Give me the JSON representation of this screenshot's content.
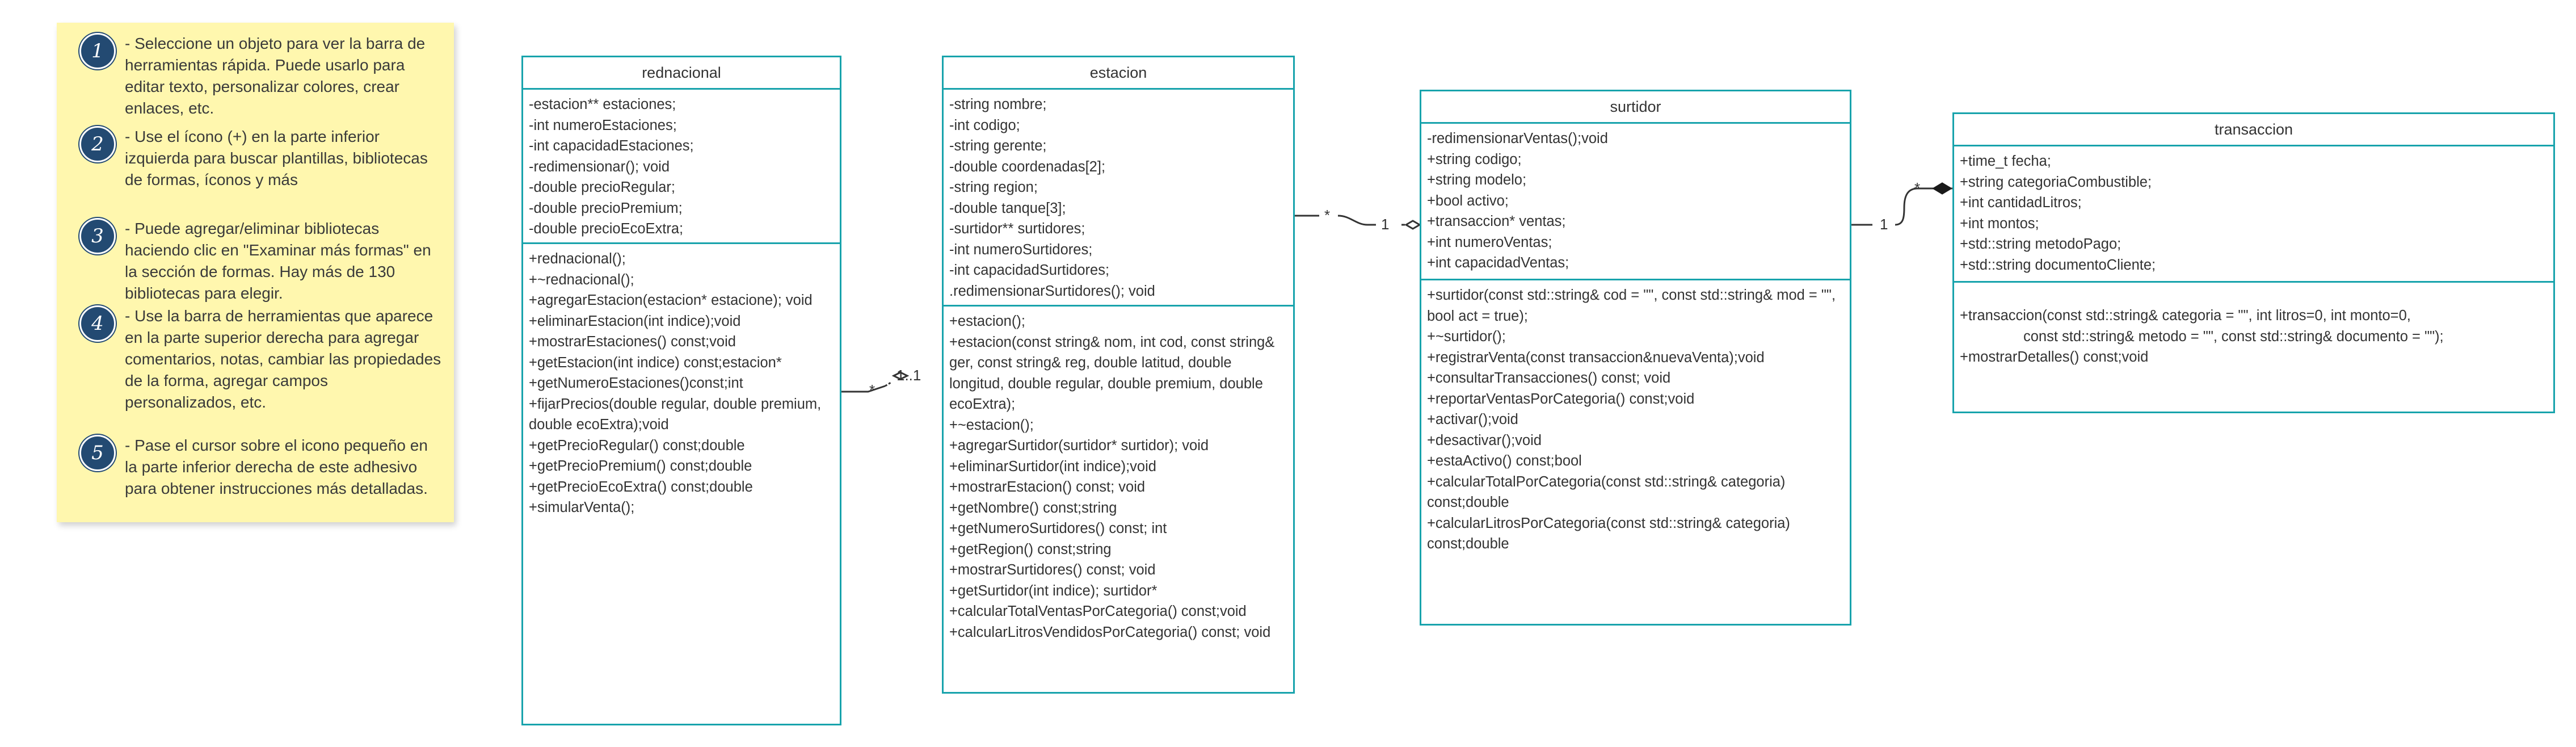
{
  "notes": [
    {
      "num": "1",
      "text": "- Seleccione un objeto para ver la barra de herramientas rápida. Puede usarlo para editar texto, personalizar colores, crear enlaces, etc."
    },
    {
      "num": "2",
      "text": "- Use el ícono (+) en la parte inferior izquierda para buscar plantillas, bibliotecas de formas, íconos y más"
    },
    {
      "num": "3",
      "text": "- Puede agregar/eliminar bibliotecas haciendo clic en \"Examinar más formas\" en la sección de formas. Hay más de 130 bibliotecas para elegir."
    },
    {
      "num": "4",
      "text": "- Use la barra de herramientas que aparece en la parte superior derecha para agregar comentarios, notas, cambiar las propiedades de la forma, agregar campos personalizados, etc."
    },
    {
      "num": "5",
      "text": "- Pase el cursor sobre el icono pequeño en la parte inferior derecha de este adhesivo para obtener instrucciones más detalladas."
    }
  ],
  "classes": {
    "rednacional": {
      "name": "rednacional",
      "attributes": [
        "-estacion** estaciones;",
        "-int numeroEstaciones;",
        "-int capacidadEstaciones;",
        "-redimensionar(); void",
        "-double precioRegular;",
        "-double precioPremium;",
        "-double precioEcoExtra;"
      ],
      "methods": [
        "+rednacional();",
        "+~rednacional();",
        "+agregarEstacion(estacion* estacione); void",
        "+eliminarEstacion(int indice);void",
        "+mostrarEstaciones() const;void",
        "+getEstacion(int indice) const;estacion*",
        "+getNumeroEstaciones()const;int",
        "+fijarPrecios(double regular, double premium, double ecoExtra);void",
        "+getPrecioRegular() const;double",
        "+getPrecioPremium() const;double",
        "+getPrecioEcoExtra() const;double",
        "+simularVenta();"
      ]
    },
    "estacion": {
      "name": "estacion",
      "attributes": [
        "-string nombre;",
        "-int codigo;",
        "-string gerente;",
        "-double coordenadas[2];",
        "-string region;",
        "-double tanque[3];",
        "-surtidor** surtidores;",
        "-int numeroSurtidores;",
        "-int capacidadSurtidores;",
        ".redimensionarSurtidores(); void"
      ],
      "methods": [
        "+estacion();",
        "+estacion(const string& nom, int cod, const string& ger, const string& reg, double latitud, double longitud, double regular, double premium, double ecoExtra);",
        "+~estacion();",
        "+agregarSurtidor(surtidor* surtidor); void",
        "+eliminarSurtidor(int indice);void",
        "+mostrarEstacion() const; void",
        "+getNombre() const;string",
        "+getNumeroSurtidores() const; int",
        "+getRegion() const;string",
        "+mostrarSurtidores() const; void",
        "+getSurtidor(int indice); surtidor*",
        "+calcularTotalVentasPorCategoria() const;void",
        "+calcularLitrosVendidosPorCategoria() const; void"
      ]
    },
    "surtidor": {
      "name": "surtidor",
      "attributes": [
        "-redimensionarVentas();void",
        "+string codigo;",
        "+string modelo;",
        "+bool activo;",
        "+transaccion* ventas;",
        "+int numeroVentas;",
        "+int capacidadVentas;"
      ],
      "methods": [
        "+surtidor(const std::string& cod = \"\", const std::string& mod = \"\", bool act = true);",
        "+~surtidor();",
        "+registrarVenta(const transaccion&nuevaVenta);void",
        "+consultarTransacciones() const; void",
        "+reportarVentasPorCategoria() const;void",
        "+activar();void",
        "+desactivar();void",
        "+estaActivo() const;bool",
        "+calcularTotalPorCategoria(const std::string& categoria) const;double",
        "+calcularLitrosPorCategoria(const std::string& categoria) const;double"
      ]
    },
    "transaccion": {
      "name": "transaccion",
      "attributes": [
        "+time_t fecha;",
        "+string categoriaCombustible;",
        "+int cantidadLitros;",
        "+int montos;",
        "+std::string metodoPago;",
        "+std::string documentoCliente;"
      ],
      "methods": [
        "+transaccion(const std::string& categoria = \"\", int litros=0, int monto=0,",
        "const std::string& metodo = \"\", const std::string& documento = \"\");",
        "+mostrarDetalles() const;void"
      ]
    }
  },
  "multiplicities": {
    "rednacional_end": "*",
    "estacion_end": "1..1",
    "estacion_many": "*",
    "surtidor_one": "1",
    "surtidor_one_right": "1",
    "transaccion_many": "*"
  },
  "colors": {
    "class_border": "#18a3ac",
    "sticky_bg": "#fff7ae",
    "badge_bg": "#234a72"
  }
}
